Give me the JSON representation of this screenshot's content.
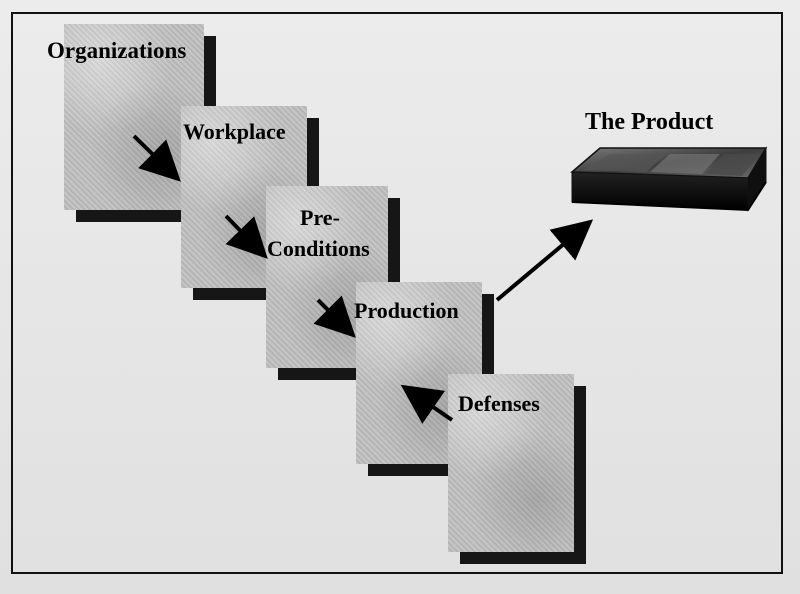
{
  "diagram": {
    "steps": [
      {
        "label": "Organizations"
      },
      {
        "label": "Workplace"
      },
      {
        "label": "Pre-"
      },
      {
        "label": "Conditions"
      },
      {
        "label": "Production"
      },
      {
        "label": "Defenses"
      }
    ],
    "product_label": "The Product"
  }
}
